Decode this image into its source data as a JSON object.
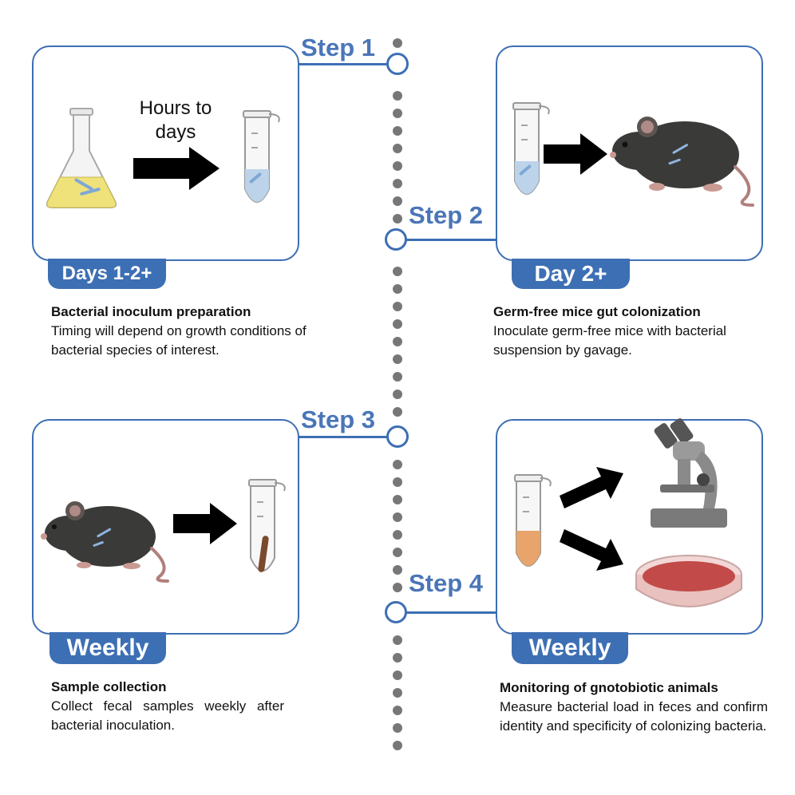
{
  "steps": [
    {
      "label": "Step 1",
      "time": "Days 1-2+",
      "title": "Bacterial inoculum preparation",
      "body": "Timing will depend on growth conditions of bacterial species of interest.",
      "arrow_text": "Hours to days"
    },
    {
      "label": "Step 2",
      "time": "Day 2+",
      "title": "Germ-free mice gut colonization",
      "body": "Inoculate germ-free mice with bacterial suspension by gavage."
    },
    {
      "label": "Step 3",
      "time": "Weekly",
      "title": "Sample collection",
      "body": "Collect fecal samples weekly after bacterial inoculation."
    },
    {
      "label": "Step 4",
      "time": "Weekly",
      "title": "Monitoring of gnotobiotic animals",
      "body": "Measure bacterial load in feces and confirm identity and specificity of colonizing bacteria."
    }
  ],
  "colors": {
    "accent": "#3d6fb4",
    "timeline_dot": "#777777",
    "culture_medium": "#f0e27a",
    "tube_liquid": "#bcd3ea",
    "sample_liquid": "#e8a46a",
    "petri_agar": "#c24a48",
    "mouse": "#3a3a38"
  },
  "icons": [
    "flask-icon",
    "tube-icon",
    "mouse-icon",
    "arrow-icon",
    "microscope-icon",
    "petri-dish-icon"
  ]
}
